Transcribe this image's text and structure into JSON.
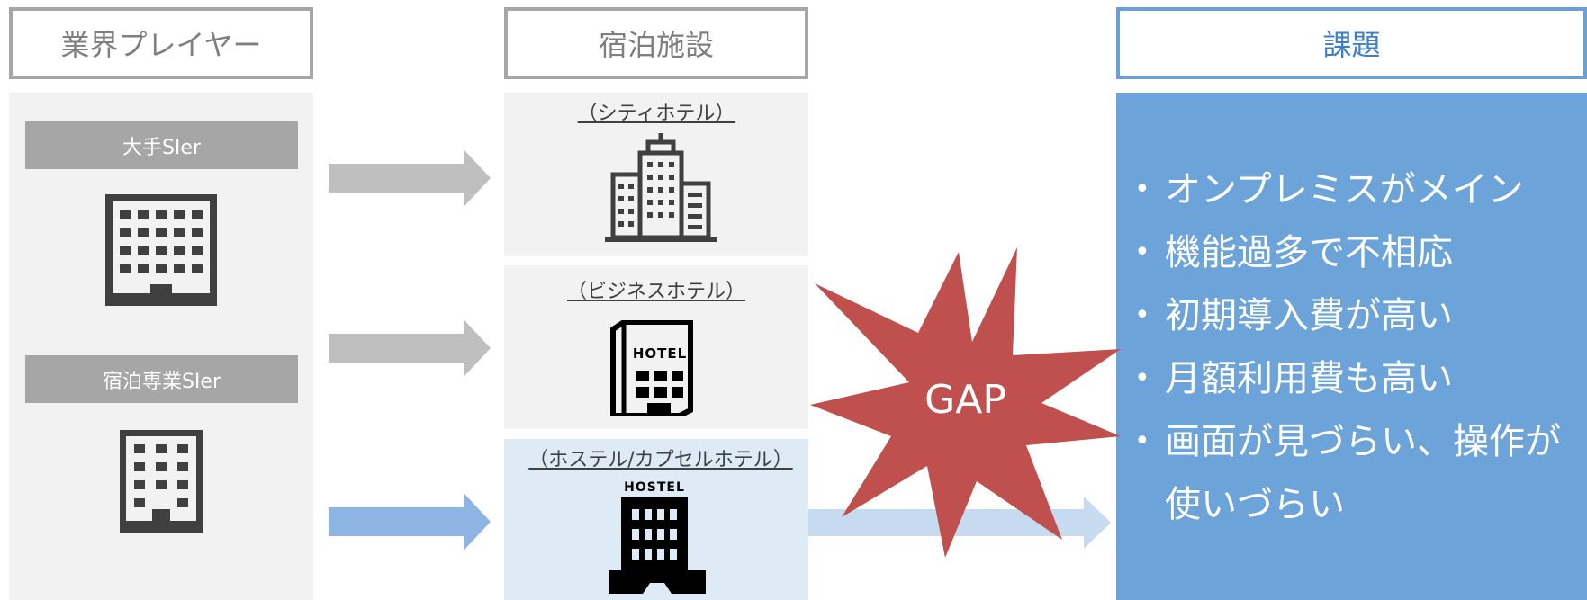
{
  "headers": {
    "players": "業界プレイヤー",
    "facilities": "宿泊施設",
    "issues": "課題"
  },
  "players": [
    {
      "label": "大手SIer",
      "icon": "office-building-icon"
    },
    {
      "label": "宿泊専業SIer",
      "icon": "small-building-icon"
    }
  ],
  "facilities": [
    {
      "label": "（シティホテル）",
      "icon": "city-hotel-icon"
    },
    {
      "label": "（ビジネスホテル）",
      "icon": "hotel-icon",
      "sign": "HOTEL"
    },
    {
      "label": "（ホステル/カプセルホテル）",
      "icon": "hostel-icon",
      "sign": "HOSTEL"
    }
  ],
  "gap": {
    "label": "GAP",
    "color": "#c0504d"
  },
  "issues": [
    "オンプレミスがメイン",
    "機能過多で不相応",
    "初期導入費が高い",
    "月額利用費も高い",
    "画面が見づらい、操作が使いづらい"
  ],
  "colors": {
    "grey_border": "#a6a6a6",
    "panel_grey": "#f2f2f2",
    "panel_light_blue": "#deebf7",
    "panel_blue": "#6ca3d8",
    "arrow_grey": "#bfbfbf",
    "arrow_blue": "#8eb4e3",
    "arrow_light_blue": "#c6dbf0",
    "icon_dark": "#404040"
  }
}
